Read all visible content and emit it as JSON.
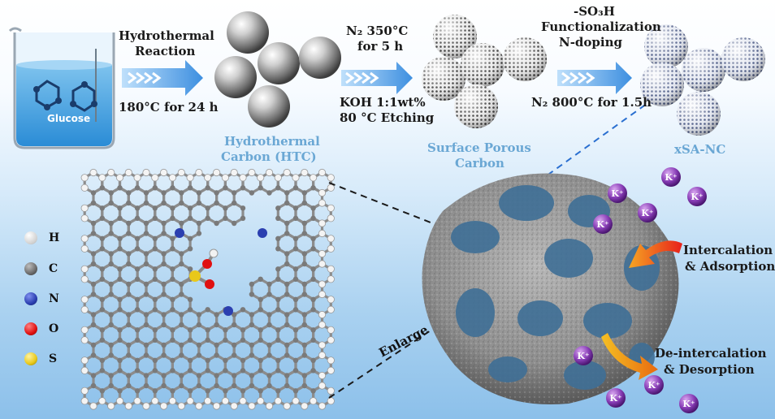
{
  "step1": {
    "top": "Hydrothermal",
    "mid": "Reaction",
    "bottom": "180°C for 24 h"
  },
  "beaker_label": "Glucose",
  "htc_label": [
    "Hydrothermal",
    "Carbon (HTC)"
  ],
  "step2": {
    "top1": "N₂ 350°C",
    "top2": "for 5 h",
    "bot1": "KOH 1:1wt%",
    "bot2": "80 °C Etching"
  },
  "spc_label": [
    "Surface Porous",
    "Carbon"
  ],
  "step3": {
    "top1": "-SO₃H",
    "top2": "Functionalization",
    "top3": "N-doping",
    "bottom": "N₂ 800°C for 1.5h"
  },
  "xsa_label": "xSA-NC",
  "legend": [
    {
      "symbol": "H",
      "color": "#f2f2f2"
    },
    {
      "symbol": "C",
      "color": "#6b6b6b"
    },
    {
      "symbol": "N",
      "color": "#2b3fb0"
    },
    {
      "symbol": "O",
      "color": "#e01010"
    },
    {
      "symbol": "S",
      "color": "#e8c81a"
    }
  ],
  "enlarge_label": "Enlarge",
  "ion_label": "K⁺",
  "intercalation": [
    "Intercalation",
    "& Adsorption"
  ],
  "deintercalation": [
    "De-intercalation",
    "& Desorption"
  ]
}
